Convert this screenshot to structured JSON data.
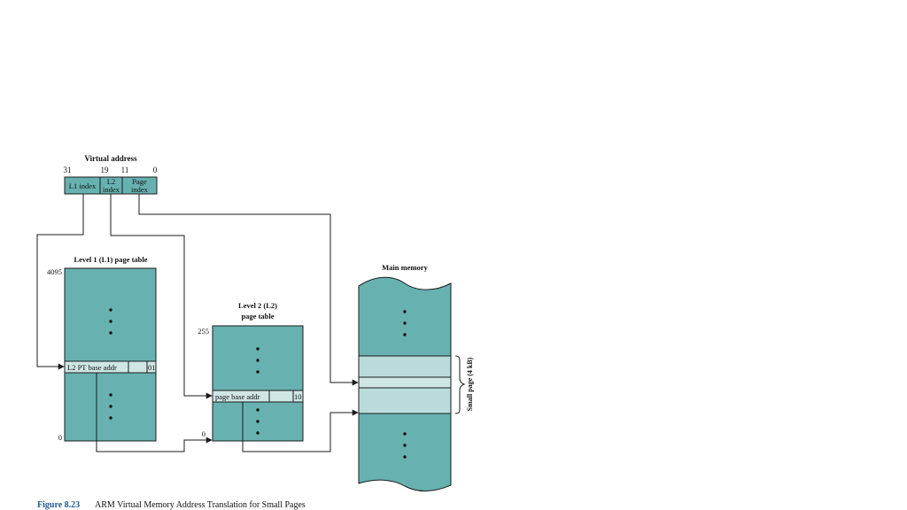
{
  "colors": {
    "table_fill": "#67b2b1",
    "entry_fill": "#cfe6e5",
    "page_fill": "#b9dcdb",
    "line": "#1b1b1b",
    "caption_blue": "#1f5a95"
  },
  "virtual_address": {
    "title": "Virtual address",
    "bit_labels": [
      "31",
      "19",
      "11",
      "0"
    ],
    "fields": [
      "L1 index",
      "L2",
      "index",
      "Page",
      "index"
    ]
  },
  "l1_table": {
    "title": "Level 1 (L1) page table",
    "top_index": "4095",
    "bottom_index": "0",
    "entry_label": "L2 PT base addr",
    "entry_flags": "01"
  },
  "l2_table": {
    "title_line1": "Level 2 (L2)",
    "title_line2": "page table",
    "top_index": "255",
    "bottom_index": "0",
    "entry_label": "page base addr",
    "entry_flags": "10"
  },
  "main_memory": {
    "title": "Main memory",
    "small_page_label": "Small page (4 kB)"
  },
  "caption": {
    "figure_number": "Figure 8.23",
    "text": "ARM Virtual Memory Address Translation for Small Pages"
  }
}
